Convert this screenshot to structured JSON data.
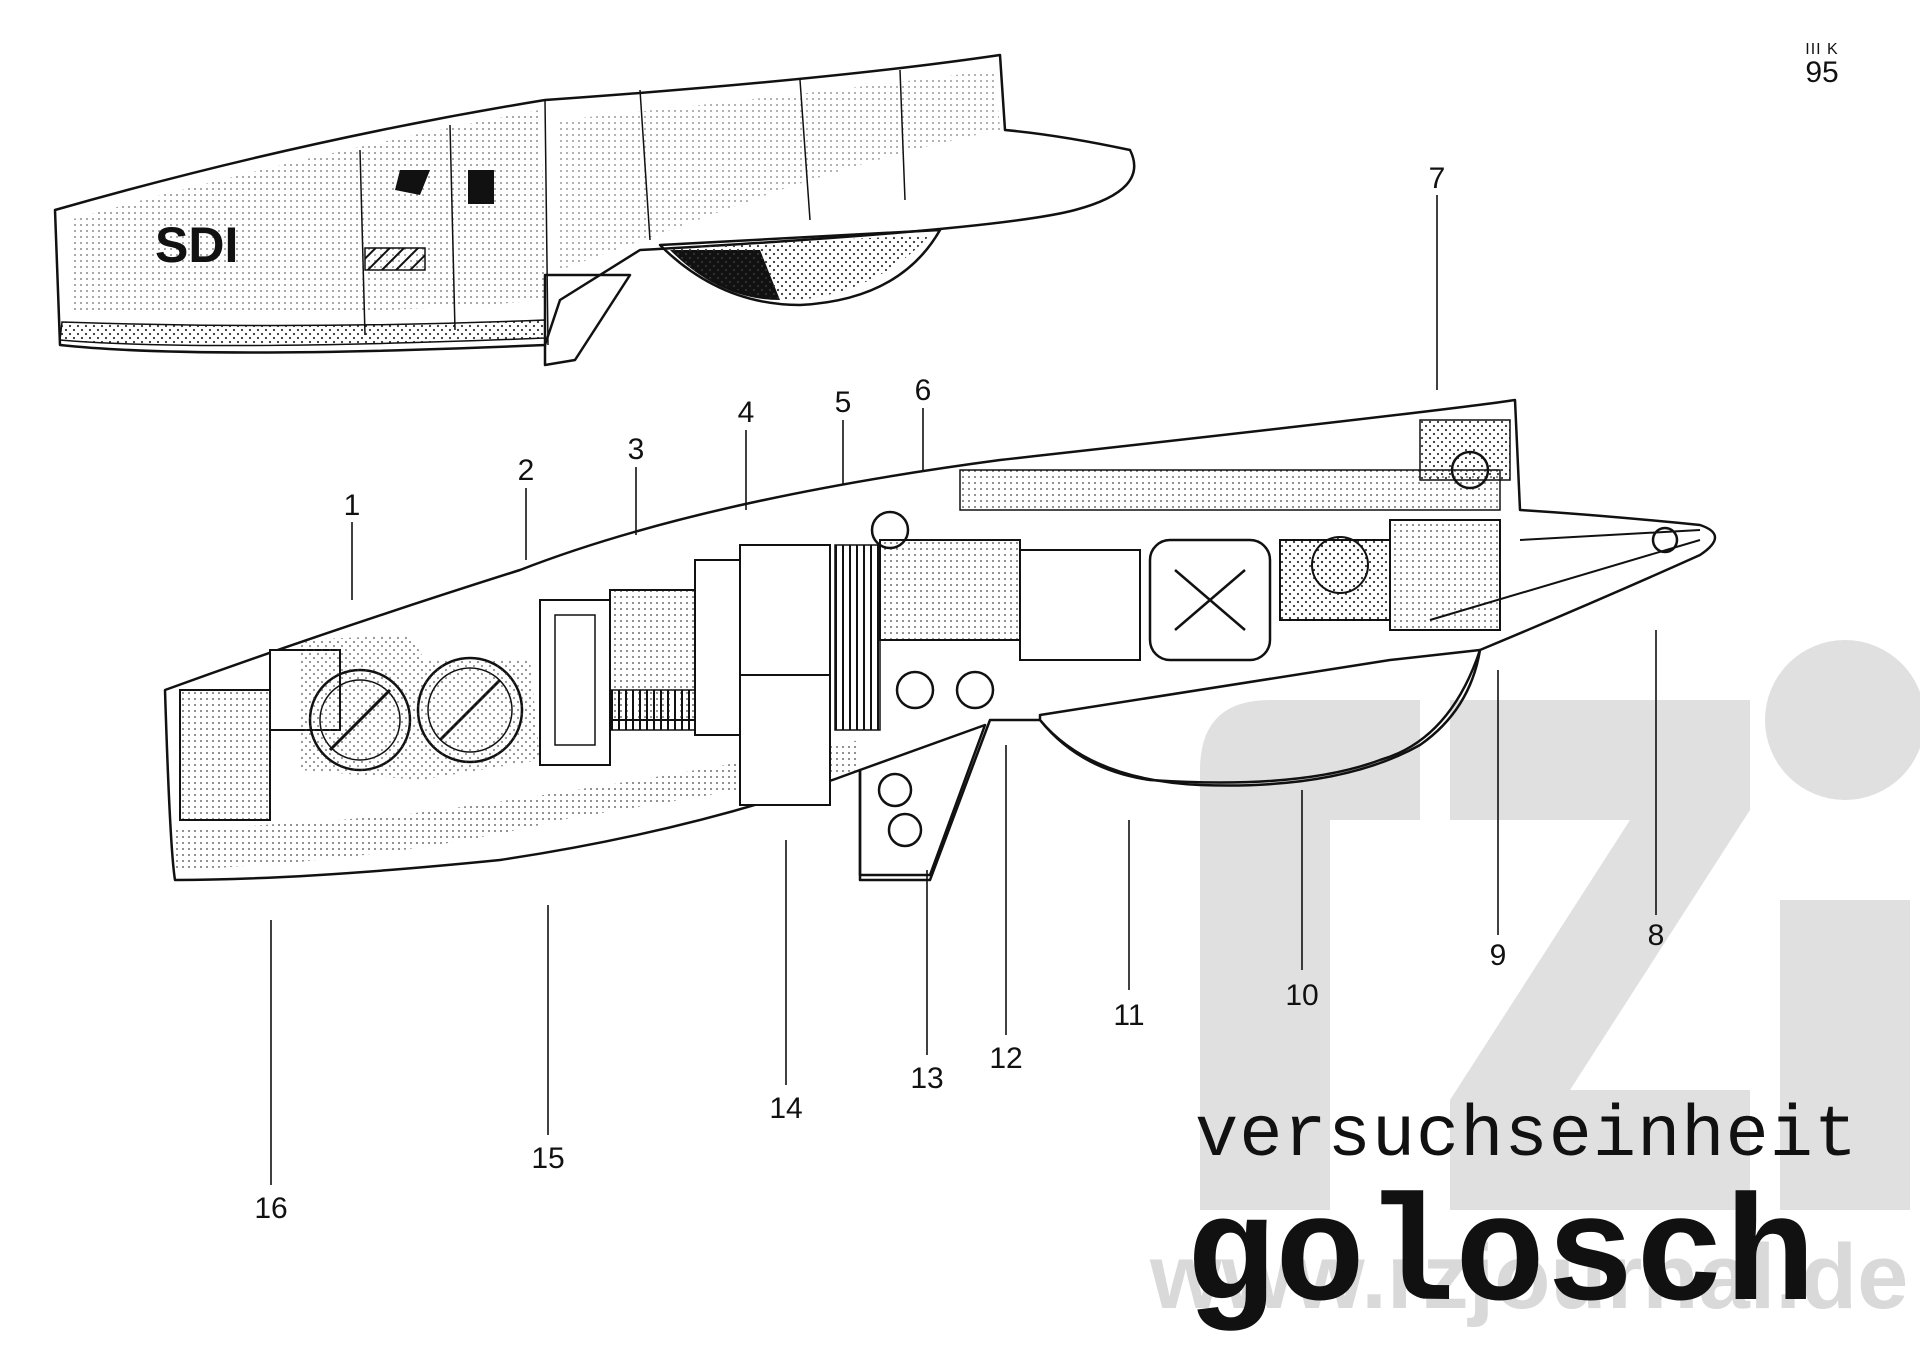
{
  "corner_mark": {
    "top": "III K",
    "bottom": "95"
  },
  "exterior_view": {
    "hull_marking": "SDI"
  },
  "callouts": [
    {
      "label": "1"
    },
    {
      "label": "2"
    },
    {
      "label": "3"
    },
    {
      "label": "4"
    },
    {
      "label": "5"
    },
    {
      "label": "6"
    },
    {
      "label": "7"
    },
    {
      "label": "8"
    },
    {
      "label": "9"
    },
    {
      "label": "10"
    },
    {
      "label": "11"
    },
    {
      "label": "12"
    },
    {
      "label": "13"
    },
    {
      "label": "14"
    },
    {
      "label": "15"
    },
    {
      "label": "16"
    }
  ],
  "subtitle": "versuchseinheit",
  "title": "golosch",
  "watermark": {
    "logo": "rzi",
    "url": "www.rzjournal.de"
  },
  "colors": {
    "ink": "#111111",
    "watermark": "#d9d9d9",
    "background": "#ffffff"
  }
}
